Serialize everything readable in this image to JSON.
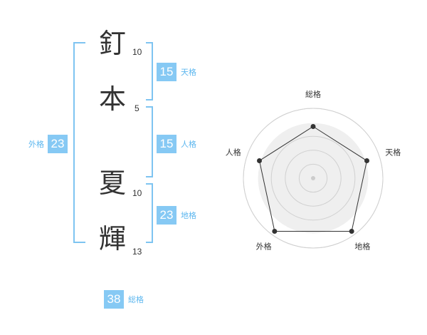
{
  "name": {
    "characters": [
      {
        "char": "釘",
        "strokes": "10"
      },
      {
        "char": "本",
        "strokes": "5"
      },
      {
        "char": "夏",
        "strokes": "10"
      },
      {
        "char": "輝",
        "strokes": "13"
      }
    ]
  },
  "kaku": {
    "tenkaku": {
      "value": "15",
      "label": "天格"
    },
    "jinkaku": {
      "value": "15",
      "label": "人格"
    },
    "chikaku": {
      "value": "23",
      "label": "地格"
    },
    "gaikaku": {
      "value": "23",
      "label": "外格"
    },
    "soukaku": {
      "value": "38",
      "label": "総格"
    }
  },
  "colors": {
    "accent": "#86c9f4",
    "accent_text": "#5db7ef",
    "bracket": "#7ec4f1",
    "text": "#333333"
  },
  "chart_data": {
    "type": "radar",
    "axes": [
      "総格",
      "天格",
      "地格",
      "外格",
      "人格"
    ],
    "values": [
      0.74,
      0.81,
      0.94,
      0.94,
      0.81
    ],
    "range": [
      0,
      1
    ],
    "rings": 4
  }
}
